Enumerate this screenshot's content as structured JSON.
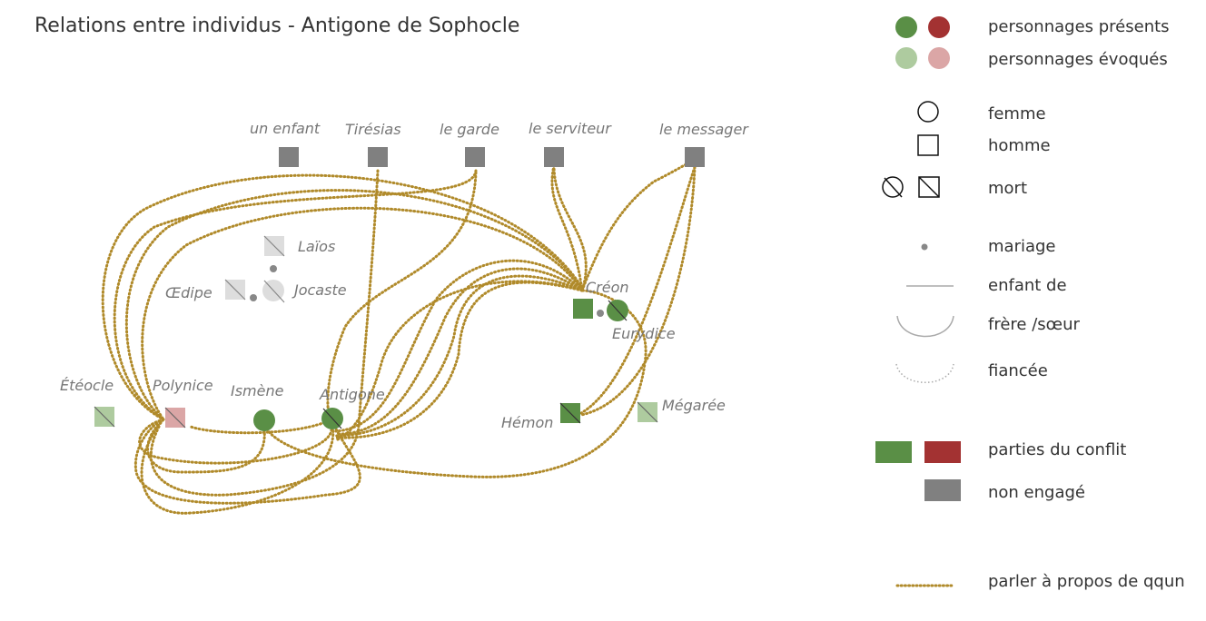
{
  "title": "Relations entre individus - Antigone de Sophocle",
  "colors": {
    "present_green": "#5a8f46",
    "present_red": "#a33232",
    "evoked_green": "#aecb9f",
    "evoked_red": "#dba6a6",
    "neutral": "#808080",
    "talk": "#b08a2a"
  },
  "characters": {
    "enfant": "un enfant",
    "tiresias": "Tirésias",
    "garde": "le garde",
    "serviteur": "le serviteur",
    "messager": "le messager",
    "laios": "Laïos",
    "oedipe": "Œdipe",
    "jocaste": "Jocaste",
    "creon": "Créon",
    "eurydice": "Eurydice",
    "eteocle": "Étéocle",
    "polynice": "Polynice",
    "ismene": "Ismène",
    "antigone": "Antigone",
    "hemon": "Hémon",
    "megaree": "Mégarée"
  },
  "legend": {
    "presents": "personnages présents",
    "evoques": "personnages évoqués",
    "femme": "femme",
    "homme": "homme",
    "mort": "mort",
    "mariage": "mariage",
    "enfant_de": "enfant de",
    "frere_soeur": "frère /sœur",
    "fiancee": "fiancée",
    "conflit": "parties du conflit",
    "non_engage": "non engagé",
    "parler": "parler à propos de qqun"
  }
}
